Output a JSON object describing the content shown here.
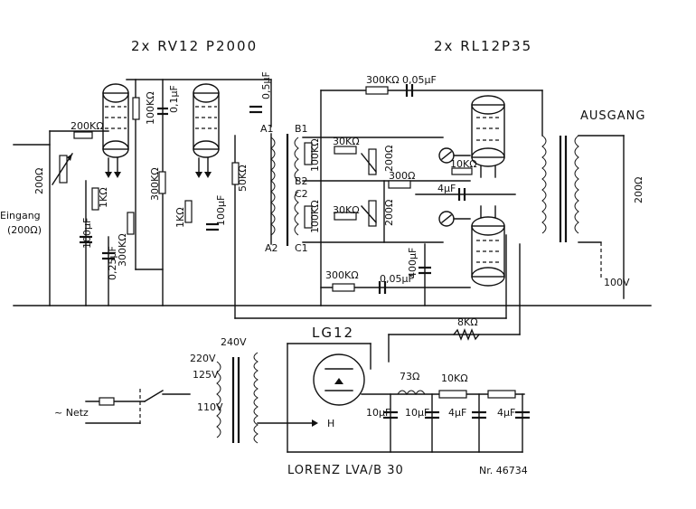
{
  "titles": {
    "preamp_tubes": "2x RV12 P2000",
    "power_tubes": "2x RL12P35",
    "rectifier": "LG12",
    "model": "LORENZ LVA/B 30",
    "serial": "Nr. 46734"
  },
  "labels": {
    "input": "Eingang",
    "input_impedance": "(200Ω)",
    "output": "AUSGANG",
    "mains": "~ Netz",
    "a1": "A1",
    "a2": "A2",
    "b1": "B1",
    "b2": "B2",
    "c1": "C1",
    "c2": "C2",
    "v240": "240V",
    "v220": "220V",
    "v125": "125V",
    "v110": "110V",
    "heater": "H",
    "out_100v": "100V"
  },
  "components": {
    "r_input_pot": "200Ω",
    "r_grid1": "200KΩ",
    "r_cath1": "1KΩ",
    "c_cath1": "100μF",
    "c_cath1b": "0,25μF",
    "r_plate1": "300KΩ",
    "r_plate1b": "100KΩ",
    "c_coupling1": "0,1μF",
    "r_grid2": "300KΩ",
    "r_cath2": "1KΩ",
    "c_cath2": "100μF",
    "r_screen2": "50KΩ",
    "c_out2": "0,5μF",
    "r_fb": "300KΩ",
    "c_fb": "0,05μF",
    "r_b1": "100KΩ",
    "r_grid_top": "30KΩ",
    "pot_top": "200Ω",
    "r_c2": "100KΩ",
    "r_grid_bot": "30KΩ",
    "pot_bot": "200Ω",
    "r_bal": "300Ω",
    "r_cath_top": "10KΩ",
    "c_4uf_mid": "4μF",
    "r_fb_bot": "300KΩ",
    "c_fb_bot": "0,05μF",
    "c_400": "400μF",
    "r_8k": "8KΩ",
    "choke": "73Ω",
    "r_filter1": "10KΩ",
    "c_filt1": "10μF",
    "c_filt2": "10μF",
    "c_filt3": "4μF",
    "c_filt4": "4μF",
    "r_out": "200Ω"
  }
}
